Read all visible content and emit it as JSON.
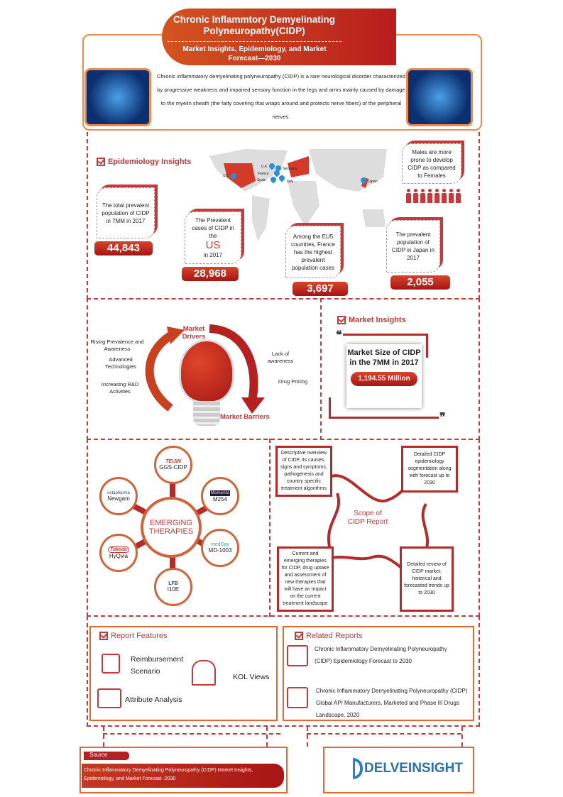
{
  "header": {
    "title": "Chronic Inflammtory Demyelinating Polyneuropathy(CIDP)",
    "subtitle": "Market Insights, Epidemiology, and Market Forecast—2030"
  },
  "intro": "Chronic inflammatory demyelinating polyneuropathy (CIDP) is a rare neurological disorder characterized by progressive weakness and impaired sensory function in the legs and arms mainly caused by damage to the myelin sheath (the fatty covering that wraps around and protects nerve fibers) of the peripheral nerves.",
  "epidemiology": {
    "title": "Epidemiology Insights",
    "map_labels": [
      "US",
      "U.K",
      "France",
      "Spain",
      "Germany",
      "Italy",
      "Japan"
    ],
    "gender_note": "Males are more prone to develop CIDP as compared to Females",
    "cards": [
      {
        "text": "The total prevalent population of CIDP in 7MM in 2017",
        "value": "44,843"
      },
      {
        "text_pre": "The Prevalent cases of CIDP in the",
        "highlight": "US",
        "text_post": "in 2017",
        "value": "28,968"
      },
      {
        "text": "Among the EU5 countries, France has the highest prevalent population cases",
        "value": "3,697"
      },
      {
        "text": "The prevalent population of CIDP in Japan in 2017",
        "value": "2,055"
      }
    ]
  },
  "drivers": {
    "drivers_title": "Market Drivers",
    "barriers_title": "Market Barriers",
    "drivers": [
      "Rising Prevalence and Awareness",
      "Advanced Technologies",
      "Increasing R&D Activities"
    ],
    "barriers": [
      "Lack of awareness",
      "Drug Pricing"
    ]
  },
  "market": {
    "title": "Market Insights",
    "label": "Market Size of CIDP in the 7MM in 2017",
    "value": "1,194.55 Million"
  },
  "therapies": {
    "center": "EMERGING THERAPIES",
    "items": [
      {
        "company": "TEIJIN",
        "drug": "GGS-CIDP"
      },
      {
        "company": "Momenta",
        "drug": "M254"
      },
      {
        "company": "medDay",
        "drug": "MD-1003"
      },
      {
        "company": "LFB",
        "drug": "I10E"
      },
      {
        "company": "Takeda",
        "drug": "HyQvia"
      },
      {
        "company": "octapharma",
        "drug": "Newgam"
      }
    ]
  },
  "scope": {
    "title": "Scope of CIDP Report",
    "items": [
      "Descriptive overview of CIDP, its causes, signs and symptoms, pathogenesis and country specific treatment algorithms",
      "Detailed CIDP epidemiology segmentation along with forecast up to 2030",
      "Current and emerging therapies for CIDP, drug uptake and assessment of new therapies that will have an impact on the current treatment landscape",
      "Detailed review of CIDP market; historical and forecasted trends up to 2030"
    ]
  },
  "features": {
    "title": "Report Features",
    "items": [
      "Reimbursement Scenario",
      "KOL Views",
      "Attribute Analysis"
    ]
  },
  "related": {
    "title": "Related Reports",
    "items": [
      "Chronic Inflammatory Demyelinating Polyneuropathy (CIDP) Epidemiology Forecast to 2030",
      "Chronic Inflammatory Demyelinating Polyneuropathy (CIDP) Global API Manufacturers, Marketed and Phase III Drugs Landscape, 2020"
    ]
  },
  "source": {
    "label": "Source",
    "text": "Chronic Inflammatory Demyelinating Polyneuropathy (CIDP) Market Insights, Epidemiology, and Market Forecast -2030"
  },
  "brand": "DELVEINSIGHT"
}
